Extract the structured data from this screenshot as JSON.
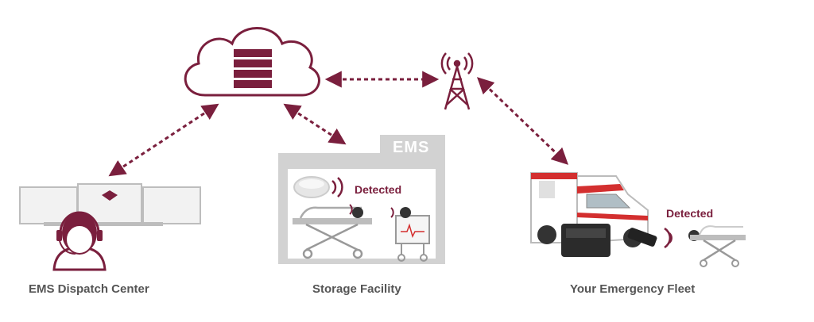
{
  "colors": {
    "accent": "#7a1f3d",
    "gray": "#c8c8c8",
    "dark_gray": "#555555",
    "label": "#555555"
  },
  "nodes": {
    "cloud": {
      "icon": "cloud-server-icon"
    },
    "tower": {
      "icon": "cell-tower-icon"
    },
    "dispatch": {
      "label": "EMS Dispatch Center",
      "icon": "dispatcher-monitors-icon"
    },
    "storage": {
      "label": "Storage Facility",
      "sign": "EMS",
      "status": "Detected",
      "icon": "storage-building-icon"
    },
    "fleet": {
      "label": "Your Emergency Fleet",
      "status": "Detected",
      "icon": "ambulance-icon"
    }
  },
  "connections": [
    {
      "from": "cloud",
      "to": "tower",
      "style": "dashed-bidirectional"
    },
    {
      "from": "cloud",
      "to": "dispatch",
      "style": "dashed-bidirectional"
    },
    {
      "from": "cloud",
      "to": "storage",
      "style": "dashed-bidirectional"
    },
    {
      "from": "tower",
      "to": "fleet",
      "style": "dashed-bidirectional"
    }
  ]
}
